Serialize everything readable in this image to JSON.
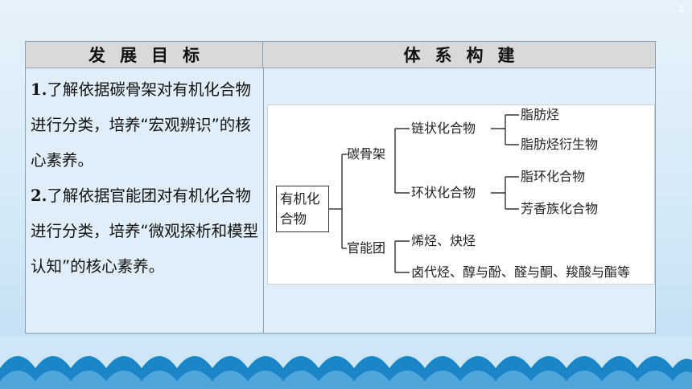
{
  "page_number": "2",
  "table": {
    "header_left": "发展目标",
    "header_right": "体系构建",
    "goals": [
      {
        "num": "1.",
        "text": "了解依据碳骨架对有机化合物进行分类，培养“宏观辨识”的核心素养。"
      },
      {
        "num": "2.",
        "text": "了解依据官能团对有机化合物进行分类，培养“微观探析和模型认知”的核心素养。"
      }
    ]
  },
  "diagram": {
    "root": "有机化合物",
    "branch_carbon": "碳骨架",
    "chain": "链状化合物",
    "chain_children": [
      "脂肪烃",
      "脂肪烃衍生物"
    ],
    "ring": "环状化合物",
    "ring_children": [
      "脂环化合物",
      "芳香族化合物"
    ],
    "branch_functional": "官能团",
    "functional_children": [
      "烯烃、炔烃",
      "卤代烃、醇与酚、醛与酮、羧酸与酯等"
    ]
  },
  "colors": {
    "background": "#dfeef9",
    "header_fill": "#d9d9d9",
    "wave": "#1a86c8"
  }
}
